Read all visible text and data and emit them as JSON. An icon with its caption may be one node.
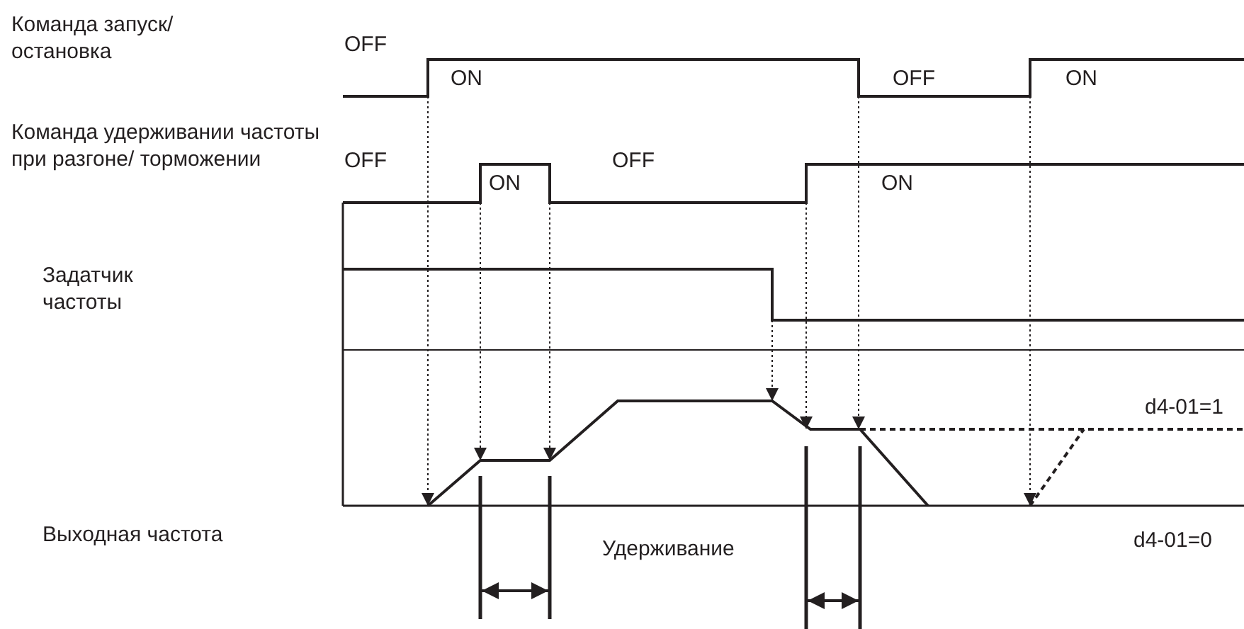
{
  "diagram": {
    "labels": [
      "Команда запуск/ остановка",
      "OFF",
      "ON",
      "OFF",
      "ON",
      "Команда удерживании частоты при разгоне/ торможении",
      "OFF",
      "ON",
      "OFF",
      "ON",
      "Задатчик частоты",
      "d4-01=1",
      "Выходная частота",
      "d4-01=0",
      "Удерживание"
    ]
  }
}
